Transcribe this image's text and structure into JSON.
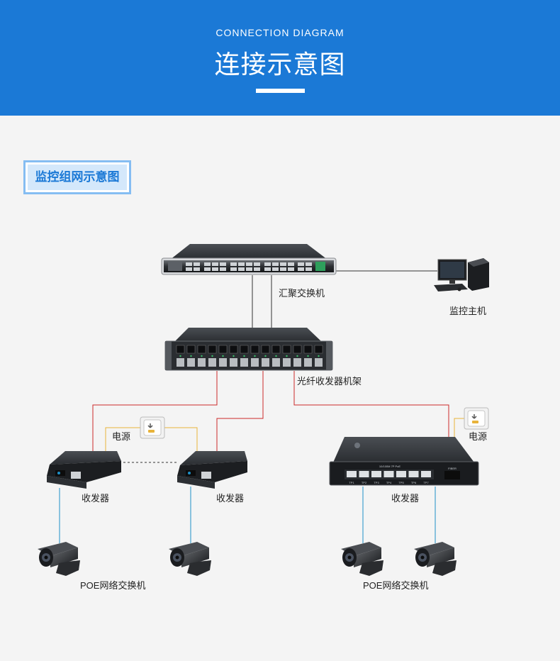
{
  "header": {
    "subtitle_en": "CONNECTION DIAGRAM",
    "title_cn": "连接示意图"
  },
  "section": {
    "tag": "监控组网示意图"
  },
  "labels": {
    "core_switch": "汇聚交换机",
    "monitor_host": "监控主机",
    "fiber_chassis": "光纤收发器机架",
    "power_left": "电源",
    "power_right": "电源",
    "transceiver_left": "收发器",
    "transceiver_mid": "收发器",
    "transceiver_right": "收发器",
    "poe_left": "POE网络交换机",
    "poe_right": "POE网络交换机"
  },
  "device_text": {
    "poe_switch_model": "10/100M 7P PoE",
    "fiber_port": "FIBER",
    "ports": [
      "TP1",
      "TP2",
      "TP3",
      "TP4",
      "TP5",
      "TP6",
      "TP7"
    ]
  },
  "colors": {
    "banner": "#1b79d6",
    "copper_line": "#cc2a2a",
    "power_line": "#e8b33a",
    "camera_line": "#1e90c8",
    "fiber_link": "#333333"
  }
}
